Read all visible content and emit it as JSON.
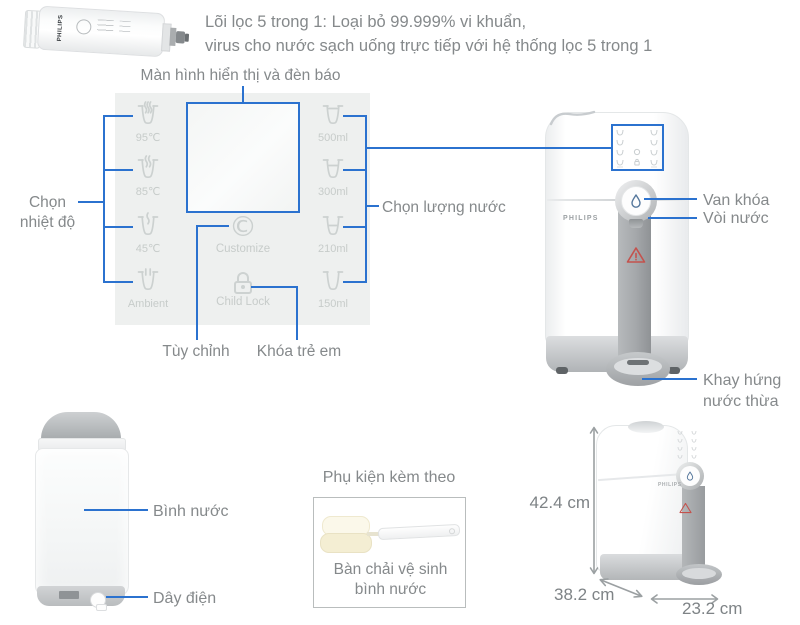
{
  "brand": "PHILIPS",
  "header": {
    "line1": "Lõi lọc 5 trong 1: Loại bỏ 99.999% vi khuẩn,",
    "line2": "virus cho nước sạch uống trực tiếp với hệ thống lọc 5 trong 1"
  },
  "control_panel": {
    "display_label": "Màn hình hiển thị và đèn báo",
    "temperature_group_label": [
      "Chọn",
      "nhiệt độ"
    ],
    "volume_group_label": "Chọn lượng nước",
    "customize_callout": "Tùy chỉnh",
    "child_lock_callout": "Khóa trẻ em",
    "temperatures": [
      "95℃",
      "85℃",
      "45℃",
      "Ambient"
    ],
    "volumes": [
      "500ml",
      "300ml",
      "210ml",
      "150ml"
    ],
    "customize_label": "Customize",
    "child_lock_label": "Child Lock"
  },
  "dispenser": {
    "valve_label": "Van khóa",
    "spout_label": "Vòi nước",
    "drip_tray_label": [
      "Khay hứng",
      "nước thừa"
    ]
  },
  "water_tank": {
    "tank_label": "Bình nước",
    "cord_label": "Dây điện"
  },
  "accessory": {
    "title": "Phụ kiện kèm theo",
    "item": [
      "Bàn chải vệ sinh",
      "bình nước"
    ]
  },
  "dimensions": {
    "height": "42.4 cm",
    "depth": "38.2 cm",
    "width": "23.2 cm"
  },
  "colors": {
    "accent_blue": "#2b72cf",
    "warning_red": "#c4524d",
    "text_gray": "#85898b"
  }
}
